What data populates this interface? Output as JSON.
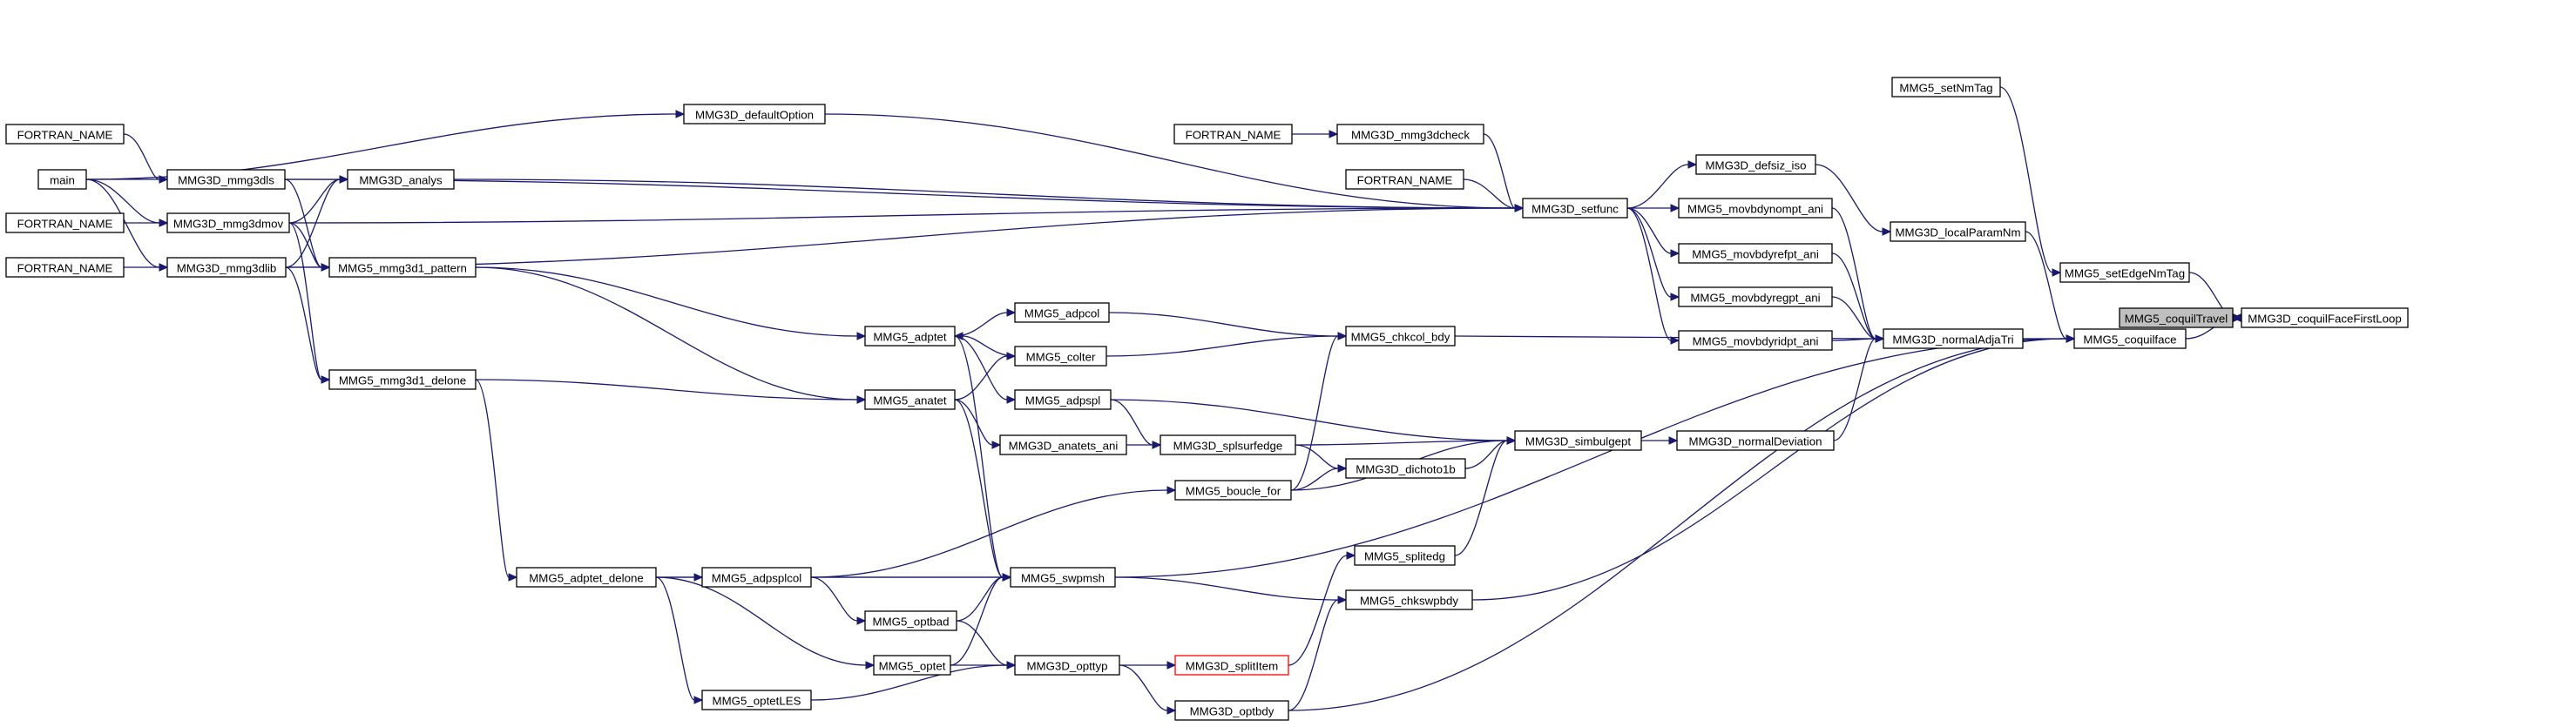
{
  "diagram": {
    "type": "call-graph",
    "root": "MMG5_coquilTravel",
    "colors": {
      "edge": "#191970",
      "highlight_fill": "#bfbfbf",
      "node_border": "#000000",
      "alert_border": "#ff0000"
    },
    "nodes": [
      {
        "id": "coquilTravel",
        "label": "MMG5_coquilTravel"
      },
      {
        "id": "coquilFaceFirstLoop",
        "label": "MMG3D_coquilFaceFirstLoop"
      },
      {
        "id": "coquilface",
        "label": "MMG5_coquilface"
      },
      {
        "id": "setEdgeNmTag",
        "label": "MMG5_setEdgeNmTag"
      },
      {
        "id": "setNmTag",
        "label": "MMG5_setNmTag"
      },
      {
        "id": "normalAdjaTri",
        "label": "MMG3D_normalAdjaTri"
      },
      {
        "id": "localParamNm",
        "label": "MMG3D_localParamNm"
      },
      {
        "id": "defsiz_iso",
        "label": "MMG3D_defsiz_iso"
      },
      {
        "id": "movbdynompt_ani",
        "label": "MMG5_movbdynompt_ani"
      },
      {
        "id": "movbdyrefpt_ani",
        "label": "MMG5_movbdyrefpt_ani"
      },
      {
        "id": "movbdyregpt_ani",
        "label": "MMG5_movbdyregpt_ani"
      },
      {
        "id": "movbdyridpt_ani",
        "label": "MMG5_movbdyridpt_ani"
      },
      {
        "id": "setfunc",
        "label": "MMG3D_setfunc"
      },
      {
        "id": "mmg3dcheck",
        "label": "MMG3D_mmg3dcheck"
      },
      {
        "id": "fortran_check",
        "label": "FORTRAN_NAME"
      },
      {
        "id": "fortran_setfunc",
        "label": "FORTRAN_NAME"
      },
      {
        "id": "defaultOption",
        "label": "MMG3D_defaultOption"
      },
      {
        "id": "main",
        "label": "main"
      },
      {
        "id": "fortran_mmg3dls",
        "label": "FORTRAN_NAME"
      },
      {
        "id": "fortran_mmg3dmov",
        "label": "FORTRAN_NAME"
      },
      {
        "id": "fortran_mmg3dlib",
        "label": "FORTRAN_NAME"
      },
      {
        "id": "mmg3dls",
        "label": "MMG3D_mmg3dls"
      },
      {
        "id": "mmg3dmov",
        "label": "MMG3D_mmg3dmov"
      },
      {
        "id": "mmg3dlib",
        "label": "MMG3D_mmg3dlib"
      },
      {
        "id": "analys",
        "label": "MMG3D_analys"
      },
      {
        "id": "mmg3d1_pattern",
        "label": "MMG5_mmg3d1_pattern"
      },
      {
        "id": "mmg3d1_delone",
        "label": "MMG5_mmg3d1_delone"
      },
      {
        "id": "normalDeviation",
        "label": "MMG3D_normalDeviation"
      },
      {
        "id": "simbulgept",
        "label": "MMG3D_simbulgept"
      },
      {
        "id": "chkcol_bdy",
        "label": "MMG5_chkcol_bdy"
      },
      {
        "id": "adpcol",
        "label": "MMG5_adpcol"
      },
      {
        "id": "adptet",
        "label": "MMG5_adptet"
      },
      {
        "id": "colter",
        "label": "MMG5_colter"
      },
      {
        "id": "adpspl",
        "label": "MMG5_adpspl"
      },
      {
        "id": "anatet",
        "label": "MMG5_anatet"
      },
      {
        "id": "anatets_ani",
        "label": "MMG3D_anatets_ani"
      },
      {
        "id": "splsurfedge",
        "label": "MMG3D_splsurfedge"
      },
      {
        "id": "dichoto1b",
        "label": "MMG3D_dichoto1b"
      },
      {
        "id": "boucle_for",
        "label": "MMG5_boucle_for"
      },
      {
        "id": "splitedg",
        "label": "MMG5_splitedg"
      },
      {
        "id": "chkswpbdy",
        "label": "MMG5_chkswpbdy"
      },
      {
        "id": "swpmsh",
        "label": "MMG5_swpmsh"
      },
      {
        "id": "adpsplcol",
        "label": "MMG5_adpsplcol"
      },
      {
        "id": "adptet_delone",
        "label": "MMG5_adptet_delone"
      },
      {
        "id": "optbad",
        "label": "MMG5_optbad"
      },
      {
        "id": "optet",
        "label": "MMG5_optet"
      },
      {
        "id": "opttyp",
        "label": "MMG3D_opttyp"
      },
      {
        "id": "splitItem",
        "label": "MMG3D_splitItem"
      },
      {
        "id": "optbdy",
        "label": "MMG3D_optbdy"
      },
      {
        "id": "optetLES",
        "label": "MMG5_optetLES"
      }
    ]
  }
}
